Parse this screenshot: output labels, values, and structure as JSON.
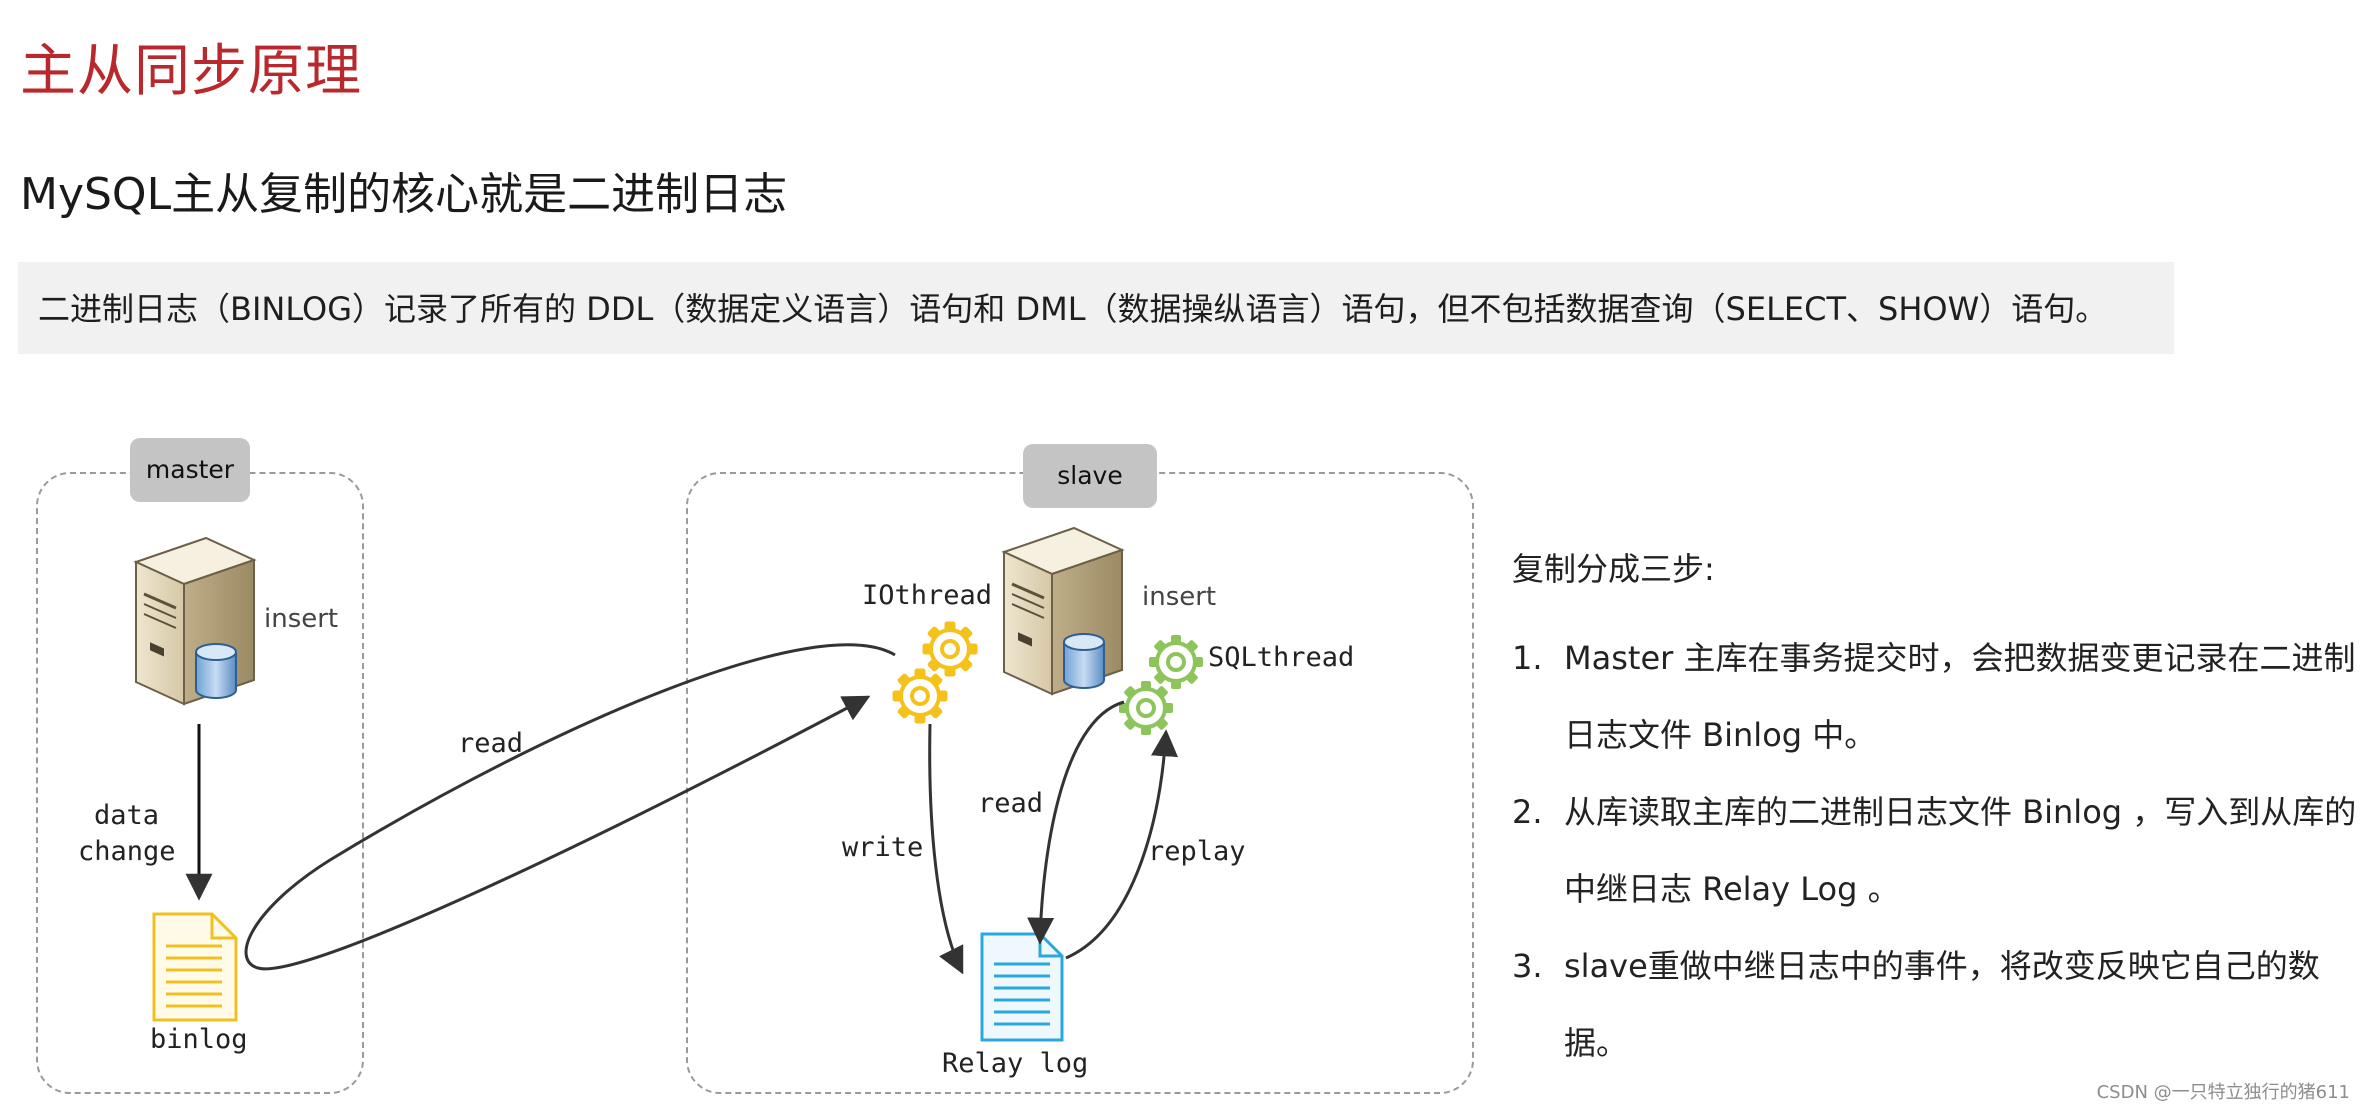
{
  "title": "主从同步原理",
  "subtitle": "MySQL主从复制的核心就是二进制日志",
  "note": "二进制日志（BINLOG）记录了所有的 DDL（数据定义语言）语句和 DML（数据操纵语言）语句，但不包括数据查询（SELECT、SHOW）语句。",
  "diagram": {
    "master": {
      "tag": "master",
      "insert_label": "insert",
      "data_label": "data",
      "change_label": "change",
      "binlog_label": "binlog"
    },
    "slave": {
      "tag": "slave",
      "insert_label": "insert",
      "iothread_label": "IOthread",
      "sqlthread_label": "SQLthread",
      "write_label": "write",
      "read_label": "read",
      "replay_label": "replay",
      "relay_log_label": "Relay log"
    },
    "read_label": "read",
    "icons": [
      "server-icon",
      "database-icon",
      "gear-icon",
      "document-icon"
    ],
    "colors": {
      "binlog_doc": "#f0c020",
      "relay_doc": "#29a8e0",
      "io_gear": "#f4c21a",
      "sql_gear": "#8dc45c",
      "title": "#b8282c"
    }
  },
  "steps": {
    "title": "复制分成三步:",
    "items": [
      {
        "num": "1.",
        "line1": "Master 主库在事务提交时，会把数据变更记录在二进制",
        "line2": "日志文件 Binlog 中。"
      },
      {
        "num": "2.",
        "line1": "从库读取主库的二进制日志文件 Binlog ，写入到从库的",
        "line2": "中继日志 Relay Log 。"
      },
      {
        "num": "3.",
        "line1": "slave重做中继日志中的事件，将改变反映它自己的数据。",
        "line2": ""
      }
    ]
  },
  "watermark": "CSDN @一只特立独行的猪611"
}
